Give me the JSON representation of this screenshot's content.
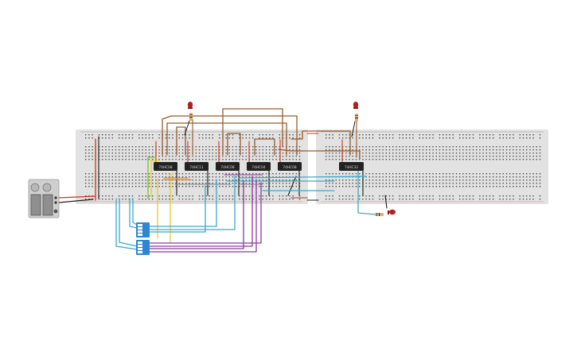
{
  "canvas": {
    "background": "#ffffff"
  },
  "colors": {
    "board": "#e2e2e2",
    "hole": "#4a4a4a",
    "rail_red": "#d23a2a",
    "rail_blue": "#444444",
    "chip": "#222222",
    "chip_text": "#d8d8d8",
    "wire_brown": "#9a5a2a",
    "wire_red": "#d0321e",
    "wire_black": "#1c1c1c",
    "wire_blue": "#3aa9cc",
    "wire_purple": "#8a3aa0",
    "wire_yellow": "#e6cc2e",
    "wire_green": "#8cc23c",
    "wire_orange": "#e8862a",
    "wire_gray": "#8a8a8a",
    "dip_switch": "#2d86d2",
    "led": "#b51e1e",
    "resistor": "#d8b06a",
    "battery": "#bfbfbf"
  },
  "chips": [
    {
      "id": "u1",
      "label": "74HC08"
    },
    {
      "id": "u2",
      "label": "74HC11"
    },
    {
      "id": "u3",
      "label": "74HC08"
    },
    {
      "id": "u4",
      "label": "74HC04"
    },
    {
      "id": "u5",
      "label": "74HC08"
    },
    {
      "id": "u6",
      "label": "74HC32"
    }
  ],
  "components": {
    "breadboards": 2,
    "dip_switches": 2,
    "leds": 3,
    "resistors": 3,
    "battery_packs": 1
  }
}
